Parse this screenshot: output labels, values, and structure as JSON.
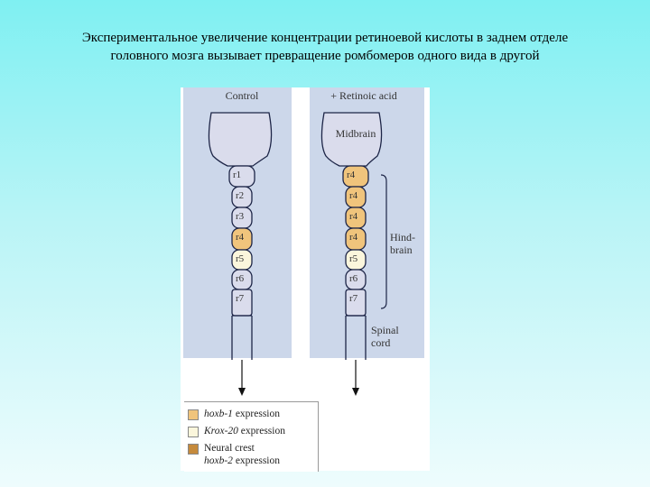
{
  "title": {
    "line1": "Экспериментальное увеличение концентрации ретиноевой кислоты в заднем отделе",
    "line2": "головного мозга  вызывает превращение ромбомеров одного вида в другой"
  },
  "panels": {
    "control": {
      "header": "Control",
      "rhombomeres": [
        "r1",
        "r2",
        "r3",
        "r4",
        "r5",
        "r6",
        "r7"
      ]
    },
    "retinoic": {
      "header": "+ Retinoic acid",
      "midbrain": "Midbrain",
      "rhombomeres": [
        "r4",
        "r4",
        "r4",
        "r4",
        "r5",
        "r6",
        "r7"
      ],
      "hindbrain_line1": "Hind-",
      "hindbrain_line2": "brain",
      "spinal_line1": "Spinal",
      "spinal_line2": "cord"
    }
  },
  "legend": {
    "items": [
      {
        "gene": "hoxb-1",
        "text": " expression",
        "color": "#f0c47c"
      },
      {
        "gene": "Krox-20",
        "text": " expression",
        "color": "#fbf6dc"
      },
      {
        "gene": "hoxb-2",
        "text": " expression",
        "prefix": "Neural crest",
        "color": "#c58a3c"
      }
    ]
  },
  "colors": {
    "panel_bg": "#ccd7ea",
    "tube_fill": "#dadcec",
    "tube_stroke": "#1d2547",
    "hoxb1": "#f0c47c",
    "krox20": "#fbf6dc"
  }
}
